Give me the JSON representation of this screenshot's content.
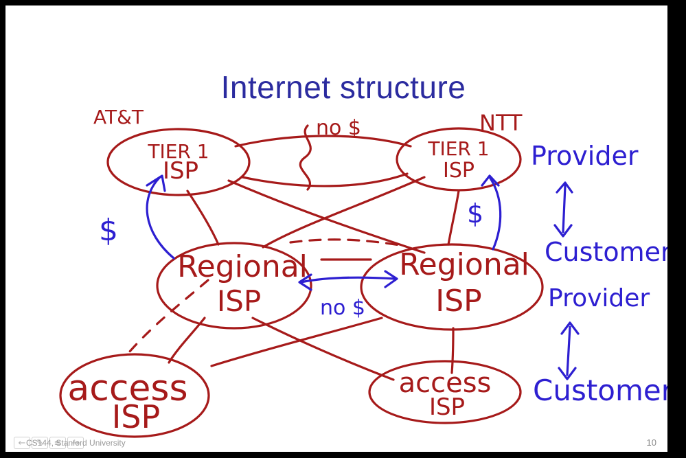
{
  "slide": {
    "title": "Internet structure",
    "footer": "CS144, Stanford University",
    "page_number": "10"
  },
  "annotations": {
    "att": "AT&T",
    "ntt": "NTT",
    "no_dollar_top": "no $",
    "no_dollar_mid": "no $",
    "dollar_left": "$",
    "dollar_right": "$",
    "provider_1": "Provider",
    "customer_1": "Customer",
    "provider_2": "Provider",
    "customer_2": "Customer"
  },
  "nodes": {
    "tier1_left": {
      "line1": "TIER 1",
      "line2": "ISP"
    },
    "tier1_right": {
      "line1": "TIER 1",
      "line2": "ISP"
    },
    "regional_left": {
      "line1": "Regional",
      "line2": "ISP"
    },
    "regional_right": {
      "line1": "Regional",
      "line2": "ISP"
    },
    "access_left": {
      "line1": "access",
      "line2": "ISP"
    },
    "access_right": {
      "line1": "access",
      "line2": "ISP"
    }
  },
  "nav": {
    "prev_icon": "arrow-left-icon",
    "pen_icon": "pen-icon",
    "menu_icon": "menu-icon",
    "next_icon": "arrow-right-icon"
  },
  "colors": {
    "title": "#2b2b9f",
    "red_ink": "#a61a1a",
    "blue_ink": "#2d1fd1"
  }
}
